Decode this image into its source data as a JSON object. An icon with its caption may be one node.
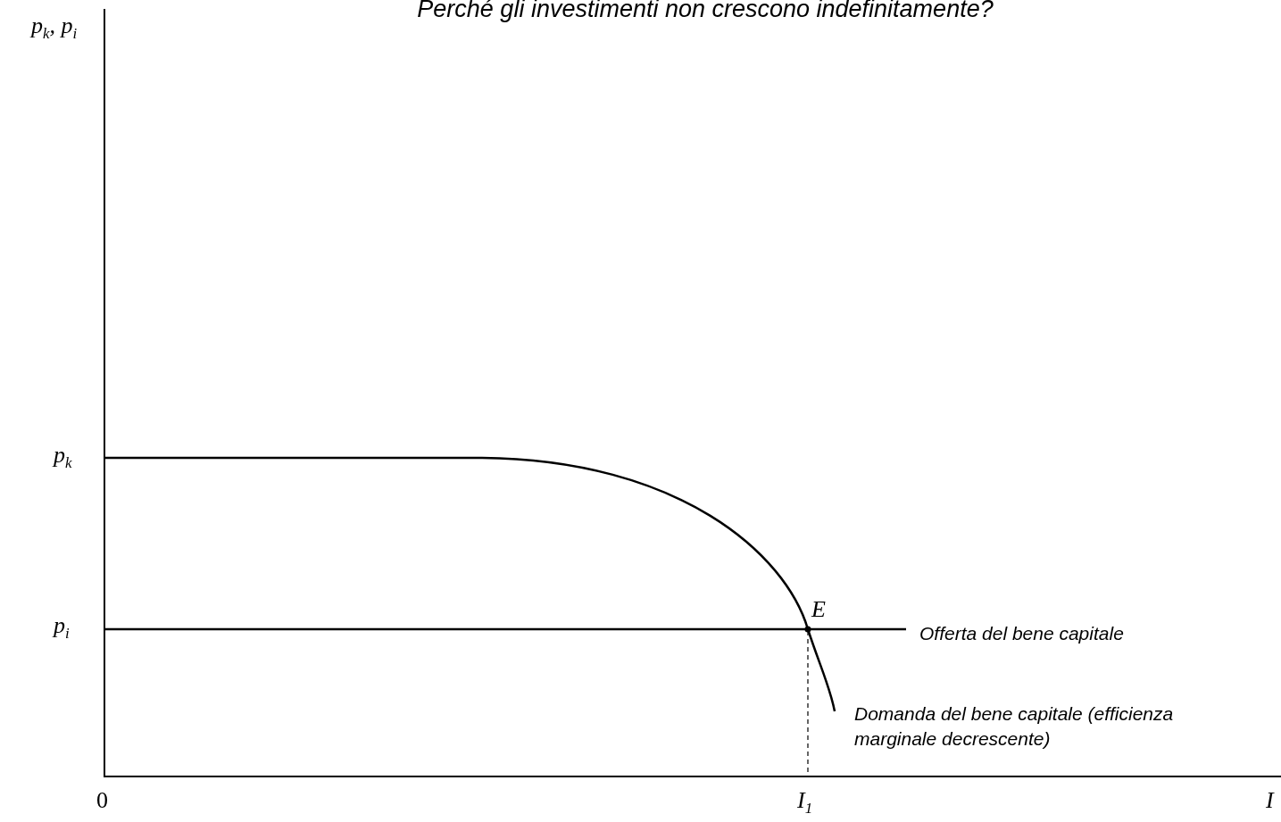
{
  "diagram": {
    "title": "Perché gli investimenti non crescono indefinitamente?",
    "labels": [
      "p$_{k}$, p$_{i}$",
      "p$_{k}$",
      "E",
      "p$_{i}$",
      "Offerta del bene capitale",
      "Domanda del bene capitale (efficienza marginale decrescente)",
      "0",
      "I$_{1}$",
      "I"
    ]
  }
}
